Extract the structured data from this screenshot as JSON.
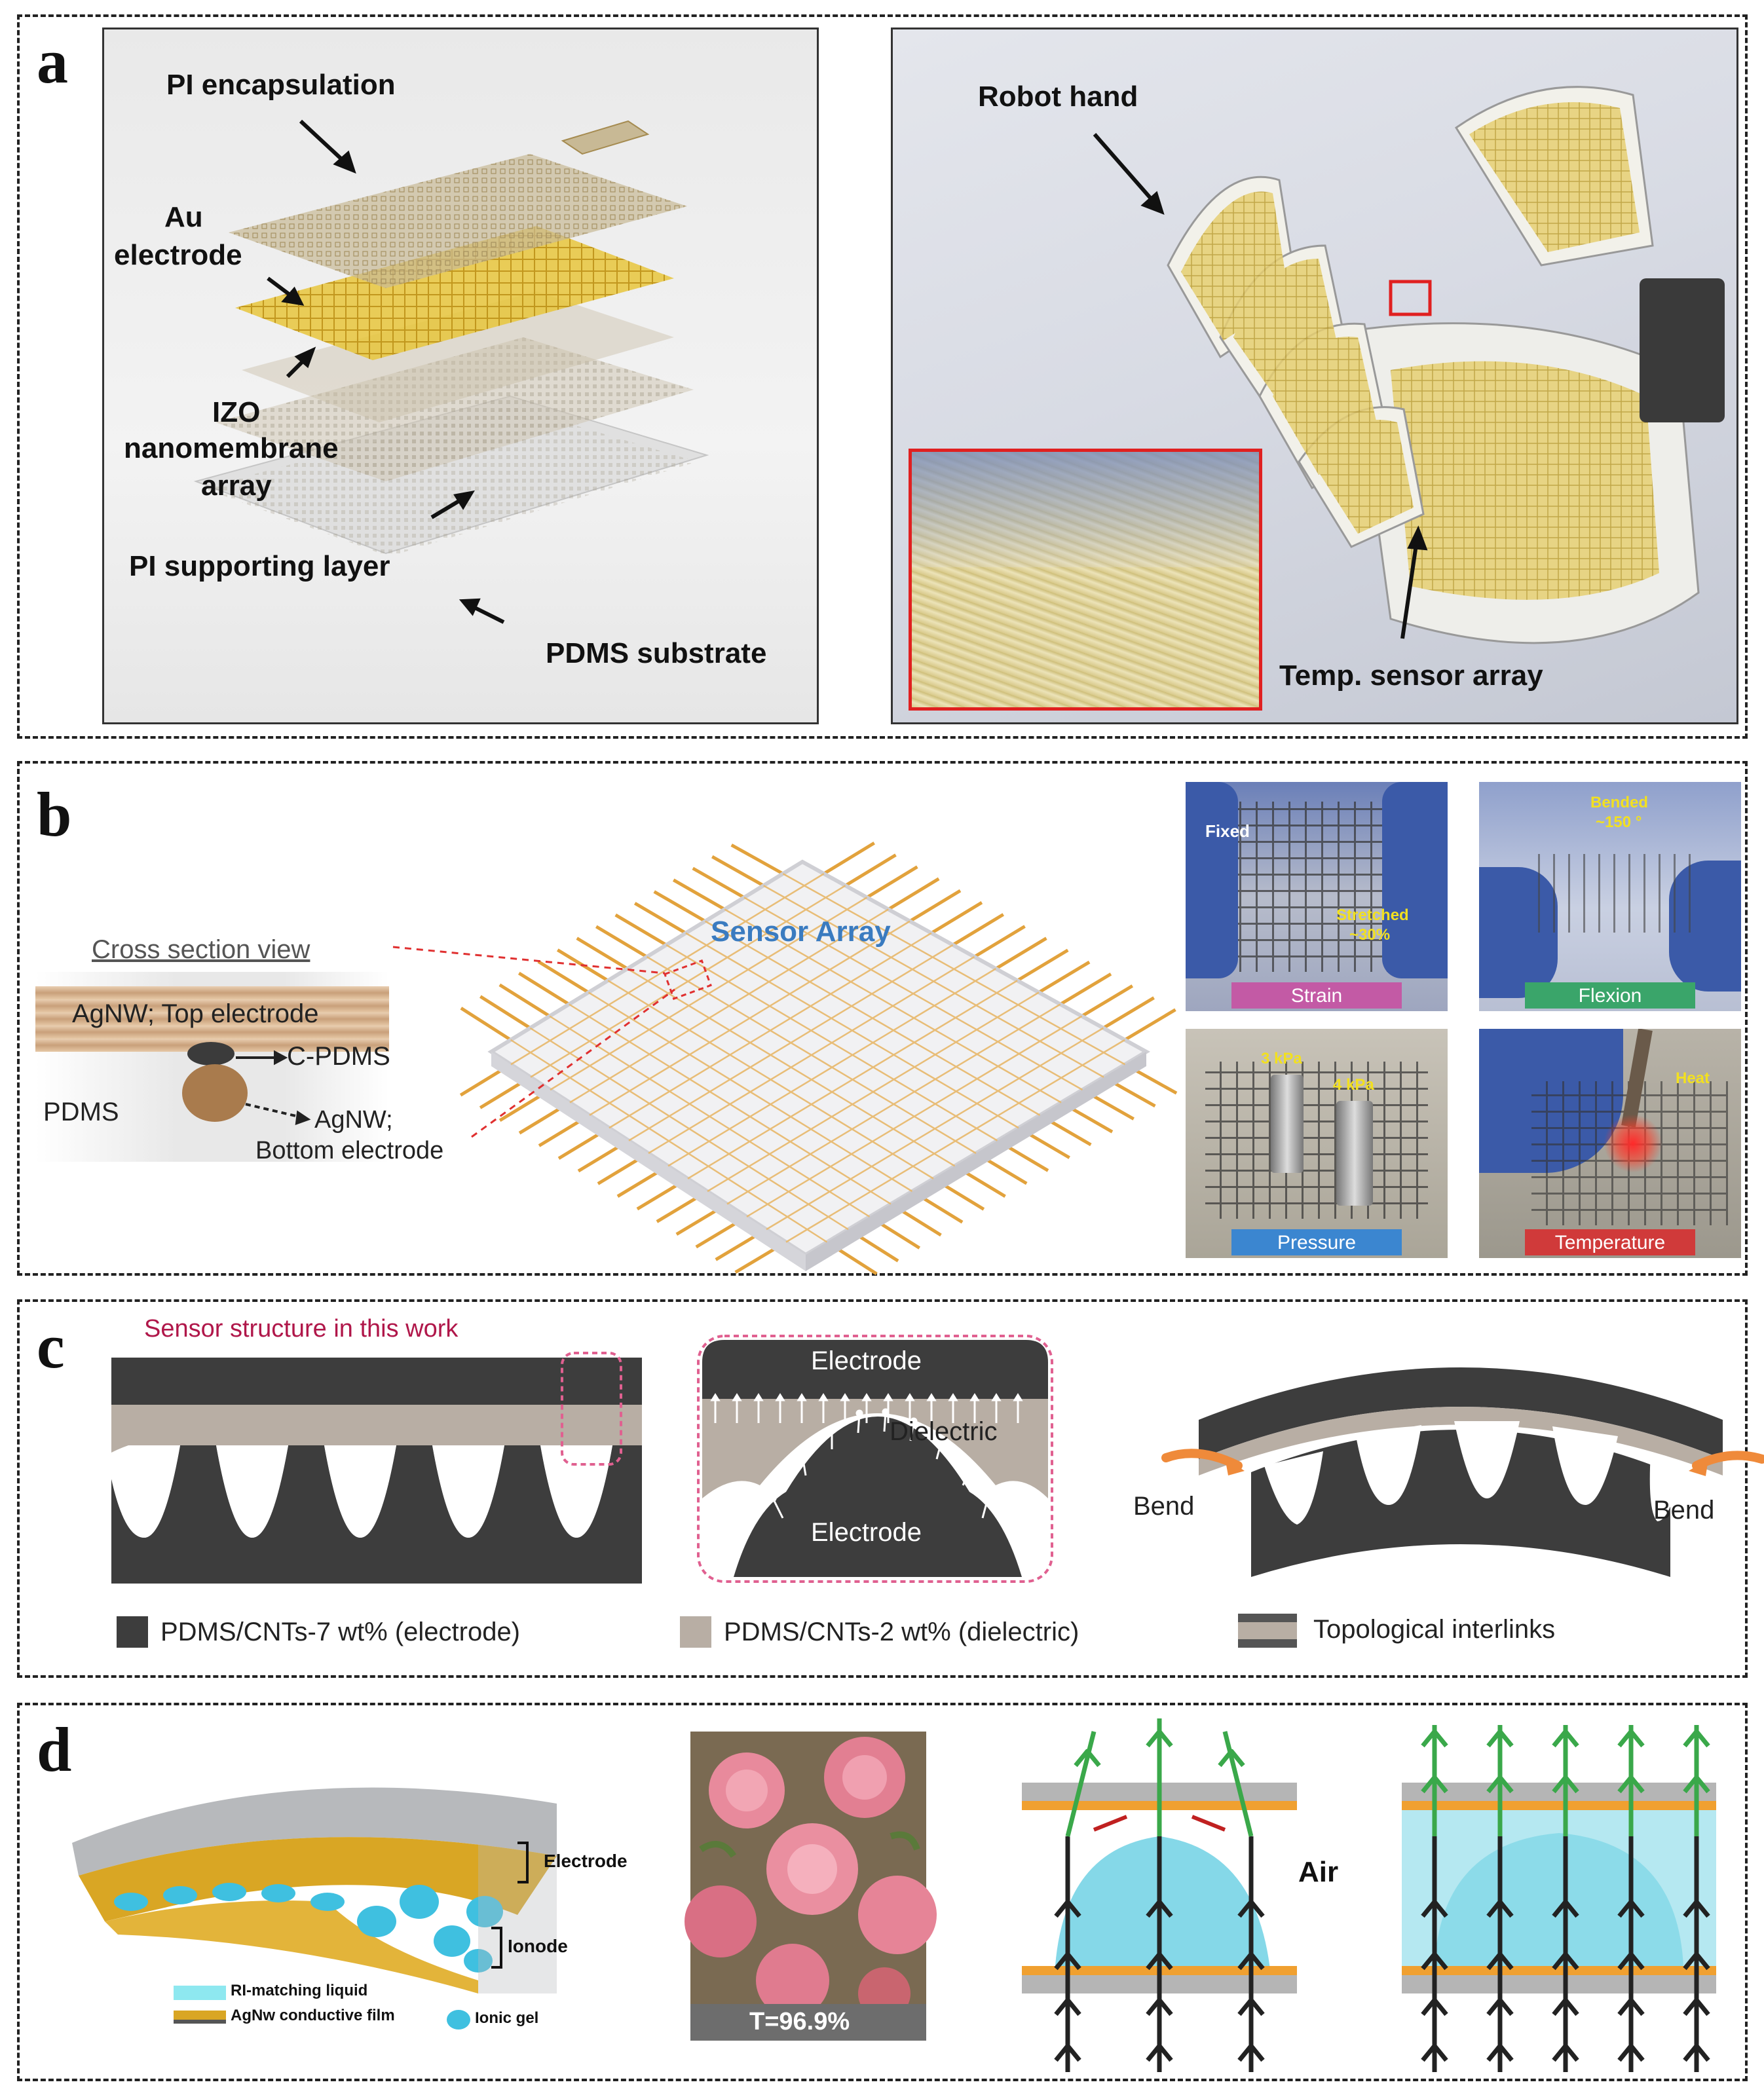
{
  "panel_a": {
    "label": "a",
    "left_labels": {
      "pi_encapsulation": "PI encapsulation",
      "au_electrode_1": "Au",
      "au_electrode_2": "electrode",
      "izo_1": "IZO",
      "izo_2": "nanomembrane",
      "izo_3": "array",
      "pi_supporting": "PI supporting layer",
      "pdms_substrate": "PDMS substrate"
    },
    "right_labels": {
      "robot_hand": "Robot hand",
      "temp_sensor": "Temp. sensor array"
    }
  },
  "panel_b": {
    "label": "b",
    "cross_section_title": "Cross section view",
    "top_electrode": "AgNW; Top electrode",
    "c_pdms": "C-PDMS",
    "pdms": "PDMS",
    "bottom_1": "AgNW;",
    "bottom_2": "Bottom electrode",
    "sensor_array": "Sensor Array",
    "photos": {
      "strain": {
        "tag": "Strain",
        "fixed": "Fixed",
        "stretched_1": "Stretched",
        "stretched_2": "~30%"
      },
      "flexion": {
        "tag": "Flexion",
        "bended_1": "Bended",
        "bended_2": "~150 °"
      },
      "pressure": {
        "tag": "Pressure",
        "p1": "3 kPa",
        "p2": "4 kPa"
      },
      "temperature": {
        "tag": "Temperature",
        "heat": "Heat"
      }
    }
  },
  "panel_c": {
    "label": "c",
    "title": "Sensor structure in this work",
    "electrode_top": "Electrode",
    "dielectric": "Dielectric",
    "electrode_bottom": "Electrode",
    "bend_left": "Bend",
    "bend_right": "Bend",
    "legend": [
      {
        "label": "PDMS/CNTs-7 wt% (electrode)",
        "color": "#3d3d3d"
      },
      {
        "label": "PDMS/CNTs-2 wt% (dielectric)",
        "color": "#b8aea4"
      },
      {
        "label": "Topological interlinks",
        "color": "#777777"
      }
    ]
  },
  "panel_d": {
    "label": "d",
    "electrode": "Electrode",
    "ionode": "Ionode",
    "legend_ri": "RI-matching liquid",
    "legend_agnw": "AgNw conductive film",
    "legend_gel": "Ionic gel",
    "transmittance": "T=96.9%",
    "air": "Air"
  },
  "colors": {
    "gold": "#d4a62a",
    "wire": "#e2a23c",
    "cyan": "#4fc9e0",
    "red_frame": "#e02020",
    "sensor_blue": "#3a7bc0",
    "title_red": "#b0174a"
  }
}
